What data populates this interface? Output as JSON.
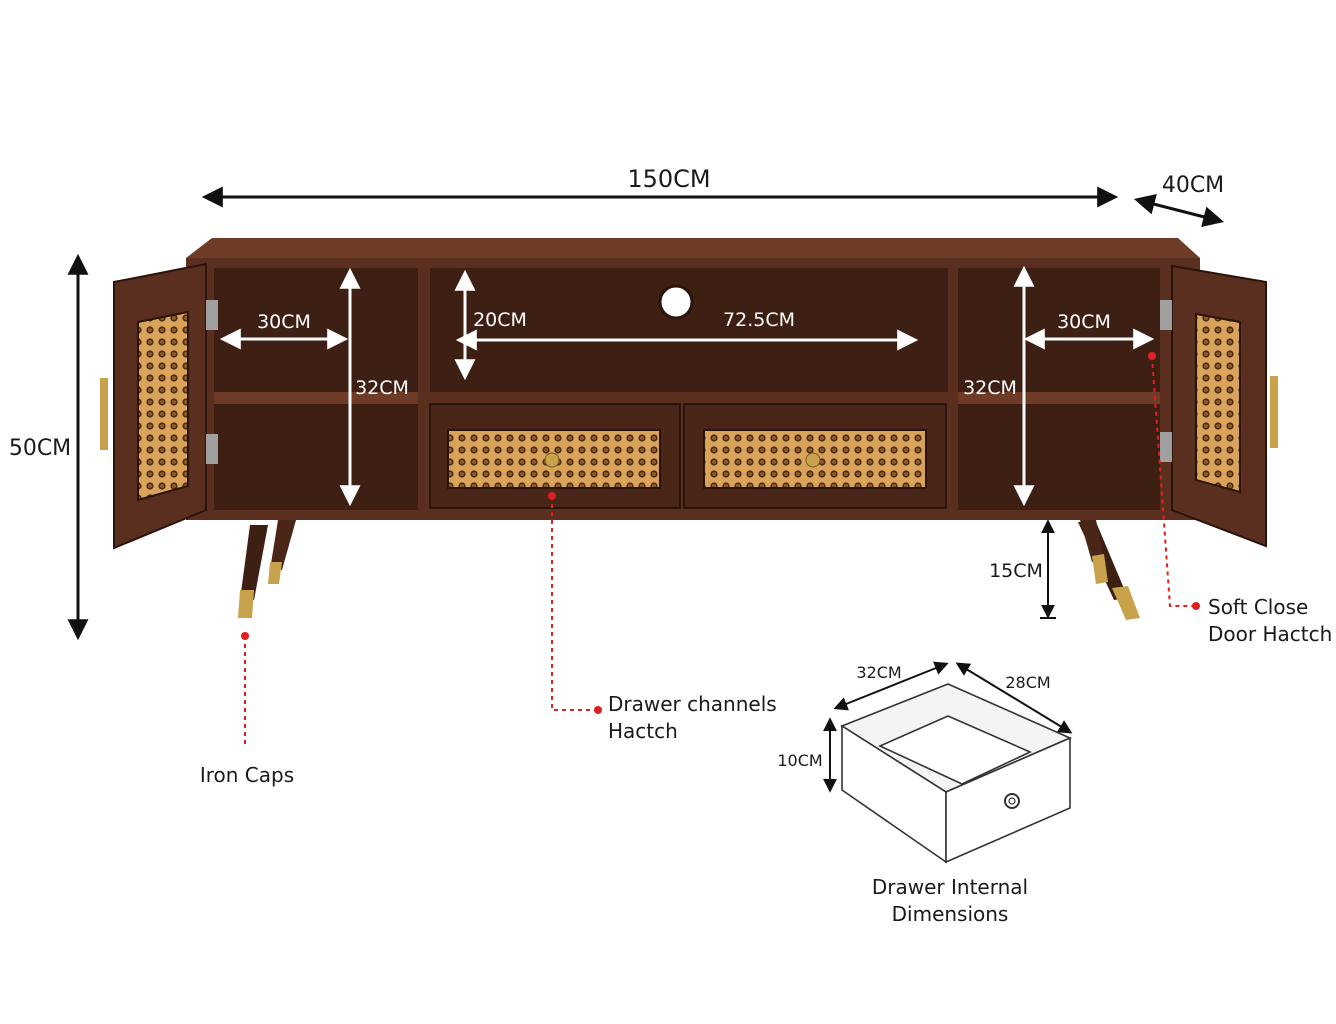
{
  "dimensions": {
    "overall_width": "150CM",
    "depth": "40CM",
    "overall_height": "50CM",
    "left_compartment_width": "30CM",
    "left_compartment_height": "32CM",
    "center_shelf_height": "20CM",
    "center_shelf_width": "72.5CM",
    "right_compartment_height": "32CM",
    "right_compartment_width": "30CM",
    "leg_height": "15CM"
  },
  "callouts": {
    "iron_caps": "Iron Caps",
    "drawer_channels_line1": "Drawer channels",
    "drawer_channels_line2": "Hactch",
    "soft_close_line1": "Soft Close",
    "soft_close_line2": "Door Hactch"
  },
  "drawer_diagram": {
    "width": "32CM",
    "depth": "28CM",
    "height": "10CM",
    "caption_line1": "Drawer Internal",
    "caption_line2": "Dimensions"
  },
  "colors": {
    "wood_dark": "#3e1f14",
    "wood": "#5a2f1f",
    "wood_light": "#6e3b27",
    "rattan": "#d9a45a",
    "brass": "#c8a24a",
    "callout_red": "#e02020",
    "label": "#1a1a1a"
  }
}
